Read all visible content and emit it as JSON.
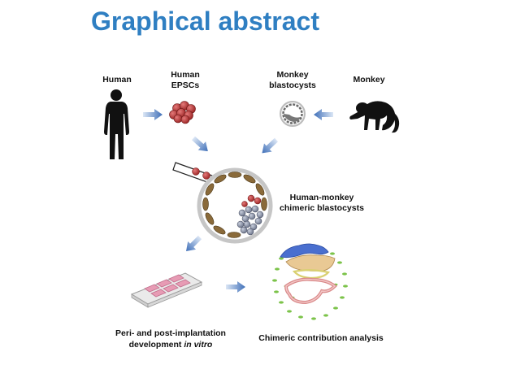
{
  "title": "Graphical abstract",
  "labels": {
    "human": "Human",
    "human_epscs_line1": "Human",
    "human_epscs_line2": "EPSCs",
    "monkey_blastocysts_line1": "Monkey",
    "monkey_blastocysts_line2": "blastocysts",
    "monkey": "Monkey",
    "chimeric_line1": "Human-monkey",
    "chimeric_line2": "chimeric blastocysts",
    "culture_line1": "Peri- and post-implantation",
    "culture_line2_plain": "development ",
    "culture_line2_italic": "in vitro",
    "analysis": "Chimeric contribution analysis"
  },
  "icons": [
    "human-silhouette-icon",
    "epsc-cluster-icon",
    "monkey-blastocyst-icon",
    "monkey-silhouette-icon",
    "pipette-icon",
    "chimeric-blastocyst-icon",
    "culture-plate-icon",
    "embryo-section-icon",
    "arrow-icon"
  ],
  "colors": {
    "title": "#2f7fc2",
    "arrow": "#4a78c0",
    "epsc_red": "#b83232",
    "trophoblast_brown": "#8a6a3a",
    "icm_grey": "#8a92a8"
  }
}
